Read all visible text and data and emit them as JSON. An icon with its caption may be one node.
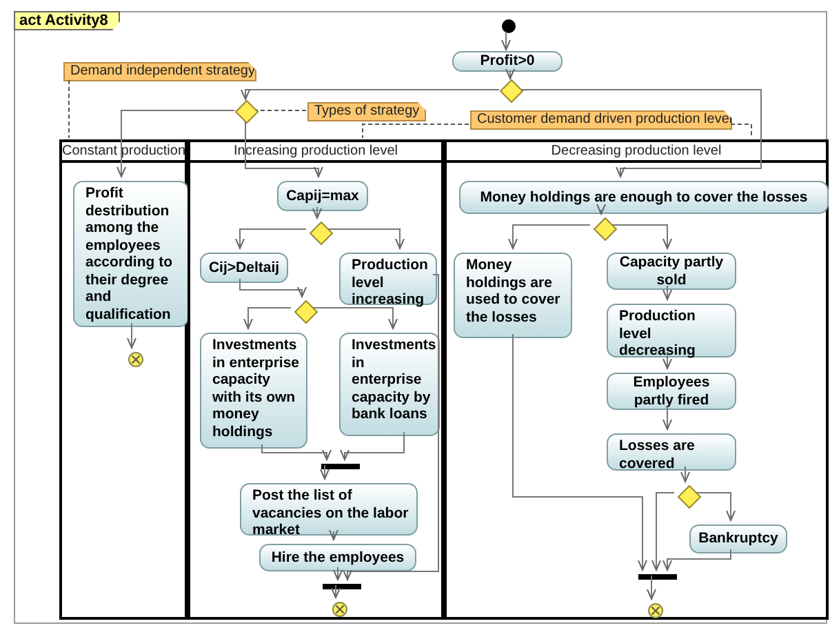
{
  "diagram": {
    "nodes": [
      {
        "text": [
          "act Activity8"
        ]
      },
      {
        "text": [
          "Constant production"
        ],
        "in": 0
      },
      {
        "text": [
          "Increasing production level"
        ],
        "in": 0
      },
      {
        "text": [
          "Decreasing production level"
        ],
        "in": 0
      },
      {
        "text": [
          "Demand independent strategy"
        ],
        "in": 0
      },
      {
        "text": [
          "Types of strategy"
        ],
        "in": 0
      },
      {
        "text": [
          "Customer demand driven production level"
        ],
        "in": 0
      },
      {
        "text": [],
        "shape": "circle",
        "in": 0
      },
      {
        "text": [
          "Profit>0"
        ],
        "in": 0
      },
      {
        "text": [],
        "shape": "diamond",
        "in": 0
      },
      {
        "text": [],
        "shape": "diamond",
        "in": 0
      },
      {
        "text": [
          "Profit destribution among the employees according to their degree and qualification"
        ],
        "in": 1
      },
      {
        "text": [],
        "shape": "circle",
        "in": 1
      },
      {
        "text": [
          "Capij=max"
        ],
        "in": 2
      },
      {
        "text": [],
        "shape": "diamond",
        "in": 2
      },
      {
        "text": [
          "Cij>Deltaij"
        ],
        "in": 2
      },
      {
        "text": [
          "Production level increasing"
        ],
        "in": 2
      },
      {
        "text": [],
        "shape": "diamond",
        "in": 2
      },
      {
        "text": [
          "Investments in enterprise capacity with its own money holdings"
        ],
        "in": 2
      },
      {
        "text": [
          "Investments in enterprise capacity by bank loans"
        ],
        "in": 2
      },
      {
        "text": [],
        "shape": "bar",
        "in": 2
      },
      {
        "text": [
          "Post the list of vacancies on the labor market"
        ],
        "in": 2
      },
      {
        "text": [
          "Hire the employees"
        ],
        "in": 2
      },
      {
        "text": [],
        "shape": "bar",
        "in": 2
      },
      {
        "text": [],
        "shape": "circle",
        "in": 2
      },
      {
        "text": [
          "Money holdings are enough to cover the losses"
        ],
        "in": 3
      },
      {
        "text": [],
        "shape": "diamond",
        "in": 3
      },
      {
        "text": [
          "Money holdings are used to cover the losses"
        ],
        "in": 3
      },
      {
        "text": [
          "Capacity partly sold"
        ],
        "in": 3
      },
      {
        "text": [
          "Production level decreasing"
        ],
        "in": 3
      },
      {
        "text": [
          "Employees partly fired"
        ],
        "in": 3
      },
      {
        "text": [
          "Losses are covered"
        ],
        "in": 3
      },
      {
        "text": [],
        "shape": "diamond",
        "in": 3
      },
      {
        "text": [
          "Bankruptcy"
        ],
        "in": 3
      },
      {
        "text": [],
        "shape": "bar",
        "in": 3
      },
      {
        "text": [],
        "shape": "circle",
        "in": 3
      }
    ],
    "edges": [
      {
        "from": 7,
        "to": 8,
        "arrow": "to"
      },
      {
        "from": 8,
        "to": 9,
        "arrow": "to"
      },
      {
        "from": 9,
        "to": 10,
        "arrow": "to"
      },
      {
        "from": 9,
        "to": 25,
        "arrow": "to"
      },
      {
        "from": 10,
        "to": 11,
        "arrow": "to"
      },
      {
        "from": 10,
        "to": 13,
        "arrow": "to"
      },
      {
        "from": 11,
        "to": 12,
        "arrow": "to"
      },
      {
        "from": 13,
        "to": 14,
        "arrow": "to"
      },
      {
        "from": 14,
        "to": 15,
        "arrow": "to"
      },
      {
        "from": 14,
        "to": 16,
        "arrow": "to"
      },
      {
        "from": 15,
        "to": 17,
        "arrow": "to"
      },
      {
        "from": 17,
        "to": 18,
        "arrow": "to"
      },
      {
        "from": 17,
        "to": 19,
        "arrow": "to"
      },
      {
        "from": 18,
        "to": 20,
        "arrow": "to"
      },
      {
        "from": 19,
        "to": 20,
        "arrow": "to"
      },
      {
        "from": 20,
        "to": 21,
        "arrow": "to"
      },
      {
        "from": 21,
        "to": 22,
        "arrow": "to"
      },
      {
        "from": 22,
        "to": 23,
        "arrow": "to"
      },
      {
        "from": 16,
        "to": 23,
        "arrow": "to"
      },
      {
        "from": 23,
        "to": 24,
        "arrow": "to"
      },
      {
        "from": 25,
        "to": 26,
        "arrow": "to"
      },
      {
        "from": 26,
        "to": 27,
        "arrow": "to"
      },
      {
        "from": 26,
        "to": 28,
        "arrow": "to"
      },
      {
        "from": 28,
        "to": 29,
        "arrow": "to"
      },
      {
        "from": 29,
        "to": 30,
        "arrow": "to"
      },
      {
        "from": 30,
        "to": 31,
        "arrow": "to"
      },
      {
        "from": 31,
        "to": 32,
        "arrow": "to"
      },
      {
        "from": 32,
        "to": 34,
        "arrow": "to"
      },
      {
        "from": 32,
        "to": 33,
        "arrow": "to"
      },
      {
        "from": 33,
        "to": 34,
        "arrow": "to"
      },
      {
        "from": 27,
        "to": 34,
        "arrow": "to"
      },
      {
        "from": 34,
        "to": 35,
        "arrow": "to"
      },
      {
        "from": 4,
        "to": 1,
        "arrow": "none",
        "style": "dashed"
      },
      {
        "from": 5,
        "to": 10,
        "arrow": "none",
        "style": "dashed"
      },
      {
        "from": 6,
        "to": 2,
        "arrow": "none",
        "style": "dashed"
      },
      {
        "from": 6,
        "to": 3,
        "arrow": "none",
        "style": "dashed"
      }
    ]
  }
}
